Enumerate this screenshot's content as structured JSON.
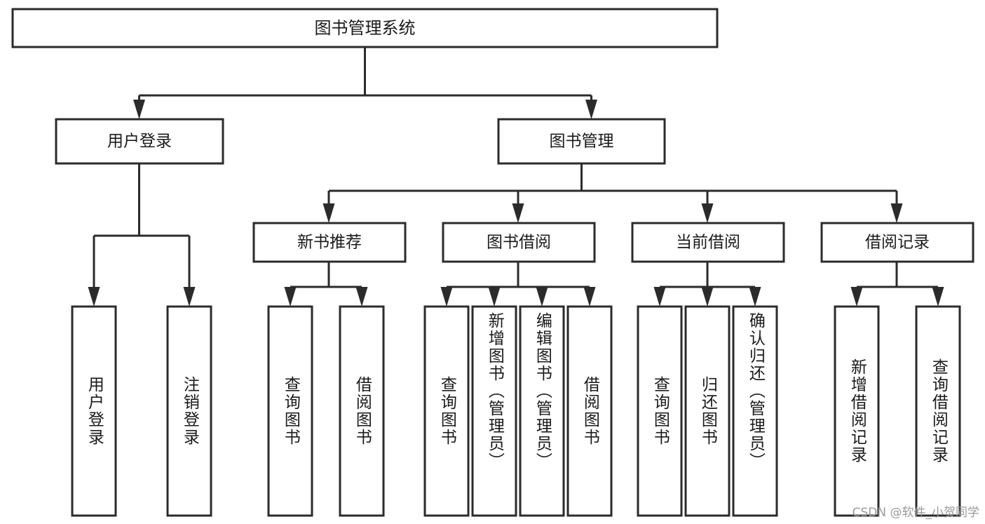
{
  "diagram": {
    "type": "tree",
    "title": "图书管理系统",
    "root": {
      "id": "root",
      "label": "图书管理系统",
      "orientation": "horizontal"
    },
    "level2": [
      {
        "id": "user-login",
        "label": "用户登录",
        "orientation": "horizontal"
      },
      {
        "id": "book-management",
        "label": "图书管理",
        "orientation": "horizontal"
      }
    ],
    "level3": [
      {
        "id": "new-book-recommend",
        "label": "新书推荐",
        "orientation": "horizontal",
        "parent": "book-management"
      },
      {
        "id": "book-borrow",
        "label": "图书借阅",
        "orientation": "horizontal",
        "parent": "book-management"
      },
      {
        "id": "current-borrow",
        "label": "当前借阅",
        "orientation": "horizontal",
        "parent": "book-management"
      },
      {
        "id": "borrow-record",
        "label": "借阅记录",
        "orientation": "horizontal",
        "parent": "book-management"
      }
    ],
    "leaves": [
      {
        "id": "leaf-user-login",
        "label": "用户登录",
        "orientation": "vertical",
        "parent": "user-login"
      },
      {
        "id": "leaf-logout-login",
        "label": "注销登录",
        "orientation": "vertical",
        "parent": "user-login"
      },
      {
        "id": "leaf-query-book-1",
        "label": "查询图书",
        "orientation": "vertical",
        "parent": "new-book-recommend"
      },
      {
        "id": "leaf-borrow-book-1",
        "label": "借阅图书",
        "orientation": "vertical",
        "parent": "new-book-recommend"
      },
      {
        "id": "leaf-query-book-2",
        "label": "查询图书",
        "orientation": "vertical",
        "parent": "book-borrow"
      },
      {
        "id": "leaf-add-book",
        "label": "新增图书（管理员）",
        "orientation": "vertical",
        "parent": "book-borrow"
      },
      {
        "id": "leaf-edit-book",
        "label": "编辑图书（管理员）",
        "orientation": "vertical",
        "parent": "book-borrow"
      },
      {
        "id": "leaf-borrow-book-2",
        "label": "借阅图书",
        "orientation": "vertical",
        "parent": "book-borrow"
      },
      {
        "id": "leaf-query-book-3",
        "label": "查询图书",
        "orientation": "vertical",
        "parent": "current-borrow"
      },
      {
        "id": "leaf-return-book",
        "label": "归还图书",
        "orientation": "vertical",
        "parent": "current-borrow"
      },
      {
        "id": "leaf-confirm-return",
        "label": "确认归还（管理员）",
        "orientation": "vertical",
        "parent": "current-borrow"
      },
      {
        "id": "leaf-add-record",
        "label": "新增借阅记录",
        "orientation": "vertical",
        "parent": "borrow-record"
      },
      {
        "id": "leaf-query-record",
        "label": "查询借阅记录",
        "orientation": "vertical",
        "parent": "borrow-record"
      }
    ]
  },
  "watermark": {
    "text": "CSDN @软件_小贺同学"
  },
  "colors": {
    "stroke": "#2b2b2b",
    "box_fill": "#ffffff",
    "text": "#1a1a1a",
    "watermark": "#9a9a9a",
    "background": "#ffffff"
  }
}
